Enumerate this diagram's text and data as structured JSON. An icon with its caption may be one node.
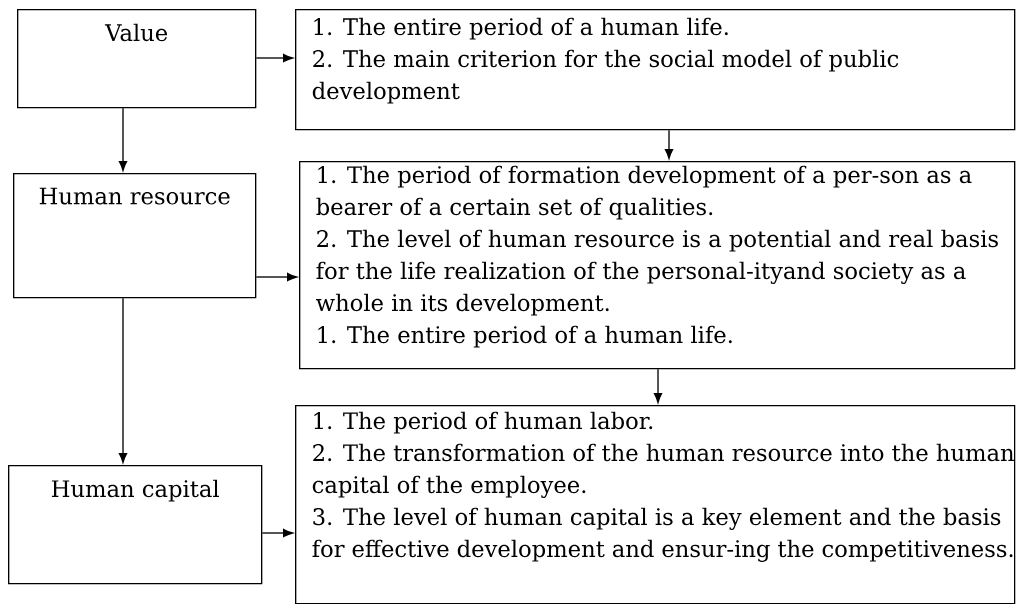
{
  "diagram": {
    "nodes": [
      {
        "text": [
          "Value"
        ]
      },
      {
        "text": [
          "1. The entire period of a human life.",
          "2. The main criterion for the social model of public development"
        ]
      },
      {
        "text": [
          "Human resource"
        ]
      },
      {
        "text": [
          "1. The period of formation development of a per-son as a bearer of a certain set of qualities.",
          "2. The level of human resource is a potential and real basis for the life realization of the personal-ityand society as a whole in its development.",
          "1. The entire period of a human life."
        ]
      },
      {
        "text": [
          "Human capital"
        ]
      },
      {
        "text": [
          "1. The period of human labor.",
          "2. The transformation of the human resource into the human capital of the employee.",
          "3. The level of human capital is a key element and the basis for effective development and ensur-ing the competitiveness."
        ]
      }
    ],
    "edges": [
      {
        "from": 0,
        "to": 1,
        "arrow": "to"
      },
      {
        "from": 0,
        "to": 2,
        "arrow": "to"
      },
      {
        "from": 1,
        "to": 3,
        "arrow": "to"
      },
      {
        "from": 2,
        "to": 3,
        "arrow": "to"
      },
      {
        "from": 2,
        "to": 4,
        "arrow": "to"
      },
      {
        "from": 3,
        "to": 5,
        "arrow": "to"
      },
      {
        "from": 4,
        "to": 5,
        "arrow": "to"
      }
    ]
  }
}
